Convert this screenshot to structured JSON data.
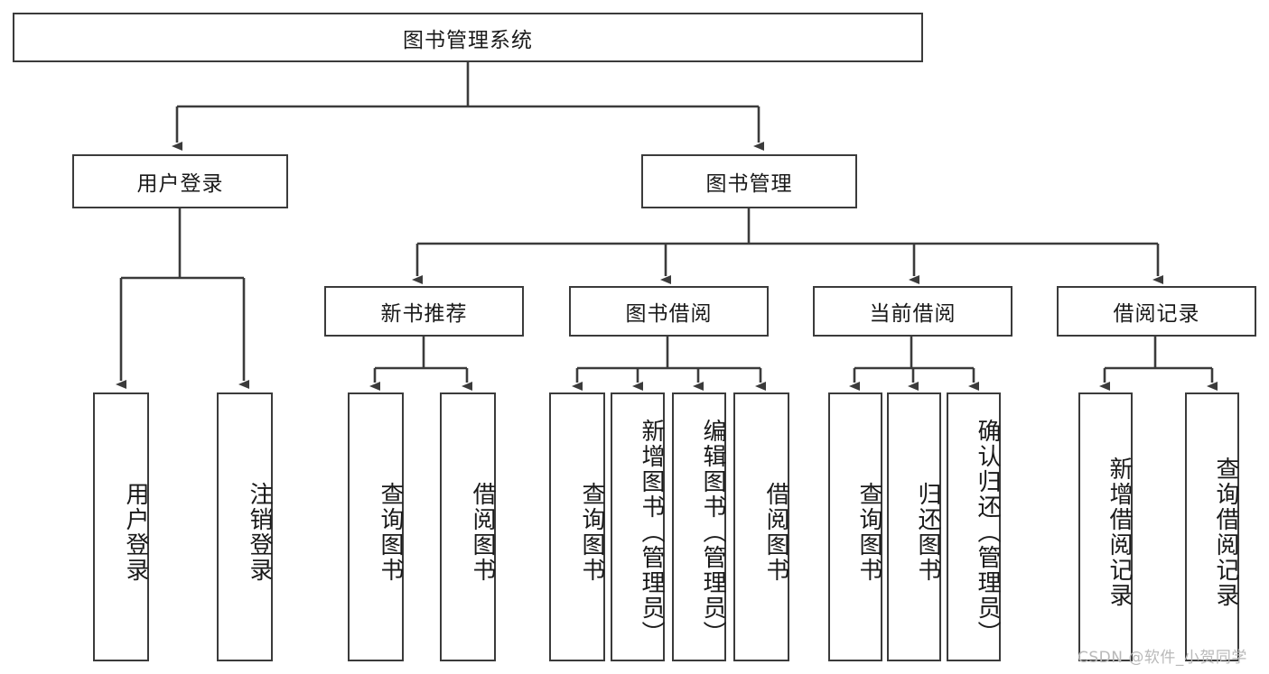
{
  "diagram": {
    "title": "图书管理系统",
    "type": "hierarchy-tree",
    "orientation": "top-down",
    "colors": {
      "box_border": "#3b3b3b",
      "box_fill": "#ffffff",
      "connector": "#3b3b3b",
      "text": "#1a1a1a",
      "watermark": "#b9b9b9",
      "background": "#ffffff"
    },
    "levels": 4
  },
  "root": {
    "label": "图书管理系统"
  },
  "level2": [
    {
      "label": "用户登录"
    },
    {
      "label": "图书管理"
    }
  ],
  "level3": [
    {
      "label": "新书推荐"
    },
    {
      "label": "图书借阅"
    },
    {
      "label": "当前借阅"
    },
    {
      "label": "借阅记录"
    }
  ],
  "leaves": {
    "user_login": [
      {
        "label": "用户登录"
      },
      {
        "label": "注销登录"
      }
    ],
    "new_book_recommend": [
      {
        "label": "查询图书"
      },
      {
        "label": "借阅图书"
      }
    ],
    "book_borrow": [
      {
        "label": "查询图书"
      },
      {
        "label": "新增图书（管理员）"
      },
      {
        "label": "编辑图书（管理员）"
      },
      {
        "label": "借阅图书"
      }
    ],
    "current_borrow": [
      {
        "label": "查询图书"
      },
      {
        "label": "归还图书"
      },
      {
        "label": "确认归还（管理员）"
      }
    ],
    "borrow_record": [
      {
        "label": "新增借阅记录"
      },
      {
        "label": "查询借阅记录"
      }
    ]
  },
  "watermark": {
    "text": "CSDN @软件_小贺同学"
  },
  "tree_data": {
    "name": "图书管理系统",
    "children": [
      {
        "name": "用户登录",
        "children": [
          {
            "name": "用户登录"
          },
          {
            "name": "注销登录"
          }
        ]
      },
      {
        "name": "图书管理",
        "children": [
          {
            "name": "新书推荐",
            "children": [
              {
                "name": "查询图书"
              },
              {
                "name": "借阅图书"
              }
            ]
          },
          {
            "name": "图书借阅",
            "children": [
              {
                "name": "查询图书"
              },
              {
                "name": "新增图书（管理员）"
              },
              {
                "name": "编辑图书（管理员）"
              },
              {
                "name": "借阅图书"
              }
            ]
          },
          {
            "name": "当前借阅",
            "children": [
              {
                "name": "查询图书"
              },
              {
                "name": "归还图书"
              },
              {
                "name": "确认归还（管理员）"
              }
            ]
          },
          {
            "name": "借阅记录",
            "children": [
              {
                "name": "新增借阅记录"
              },
              {
                "name": "查询借阅记录"
              }
            ]
          }
        ]
      }
    ]
  }
}
